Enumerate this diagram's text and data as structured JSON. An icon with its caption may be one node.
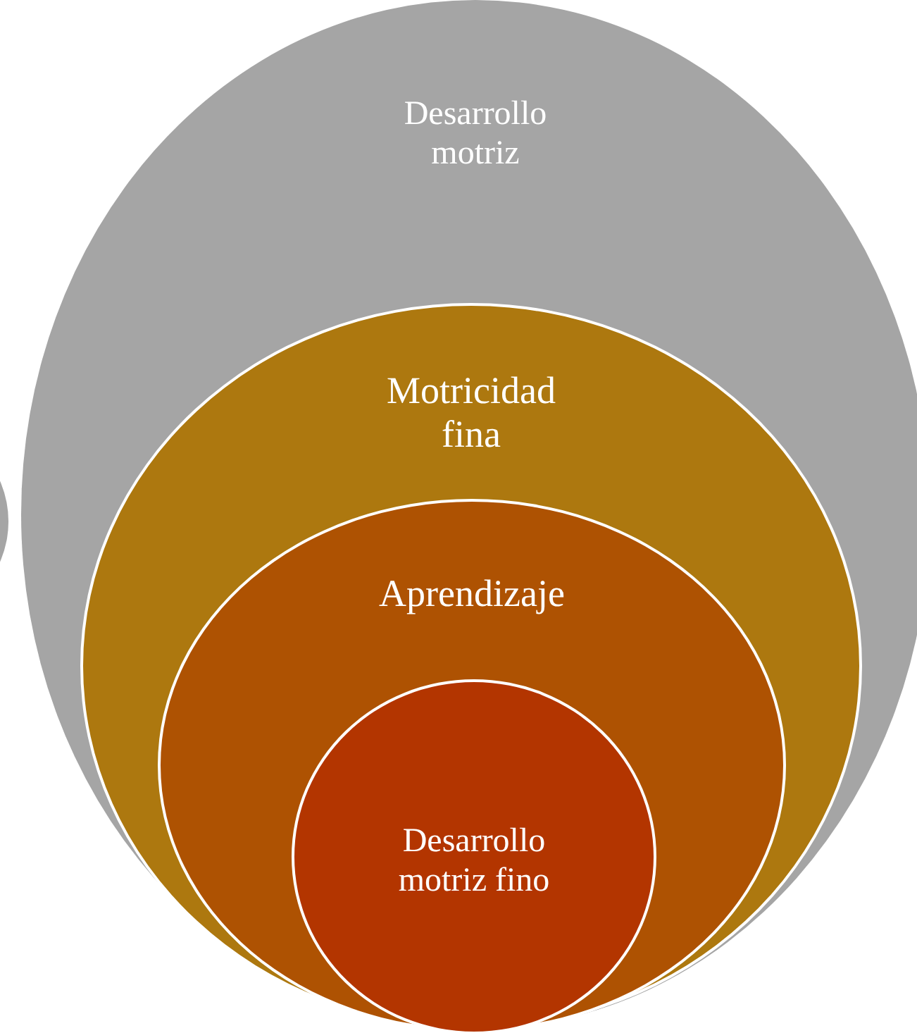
{
  "diagram": {
    "nodes": [
      {
        "text": [
          "Desarrollo motriz"
        ]
      },
      {
        "text": [
          "Motricidad fina"
        ],
        "in": 0
      },
      {
        "text": [
          "Aprendizaje"
        ],
        "in": 1
      },
      {
        "text": [
          "Desarrollo motriz fino"
        ],
        "in": 2
      },
      {
        "text": [],
        "shape": "circle"
      }
    ],
    "edges": []
  }
}
